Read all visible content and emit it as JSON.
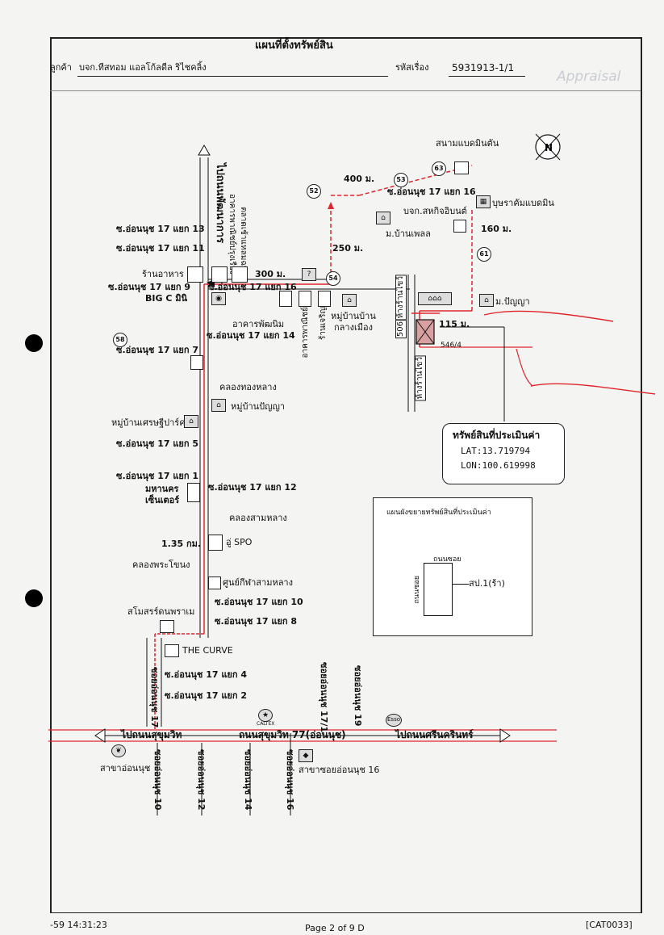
{
  "header": {
    "title": "แผนที่ตั้งทรัพย์สิน",
    "customer_label": "ลูกค้า",
    "customer_name": "บจก.ทีสทอม แอลโก้ลดีล ริไชคลิ้ง",
    "ref_label": "รหัสเรื่อง",
    "ref_number": "5931913-1/1",
    "watermark": "Appraisal"
  },
  "map": {
    "roads_h": {
      "main_road": "ถนนสุขุมวิท 77(อ่อนนุช)",
      "to_left": "ไปถนนสุขุมวิท",
      "to_right": "ไปถนนศรีนครินทร์"
    },
    "roads_v": {
      "left_main": "ไปถนนพัฒนาการ",
      "soi10": "ซอยอ่อนนุช 10",
      "soi12": "ซอยอ่อนนุช 12",
      "soi14": "ซอยอ่อนนุช 14",
      "soi16": "ซอยอ่อนนุช 16",
      "soi17_1": "ซอยอ่อนนุช 17/1",
      "soi19": "ซอยอ่อนนุช 19",
      "soi17": "ซอยอ่อนนุช 17",
      "atsadang1": "อาคารพาณิชย์ปรุงเรือง",
      "atsadang2": "ตลาดเช้าแหลมฉบัง",
      "haa_top": "ห้างร้านไขว้",
      "haa_bottom": "ห้างร้านไขว้",
      "num506": "506",
      "apartment": "อาคารพาณิชย์",
      "shop": "ร้านเจริญ"
    },
    "labels": {
      "soi17_13": "ซ.อ่อนนุช 17 แยก 13",
      "soi17_11": "ซ.อ่อนนุช 17 แยก 11",
      "restaurant": "ร้านอาหาร",
      "soi17_9": "ซ.อ่อนนุช 17 แยก 9",
      "bigc": "BIG C มินิ",
      "soi17_16": "ซ.อ่อนนุช 17 แยก 16",
      "building14": "อาคารพัฒนิม",
      "soi17_14": "ซ.อ่อนนุช 17 แยก 14",
      "soi17_7": "ซ.อ่อนนุช 17 แยก 7",
      "canal1": "คลองทองหลาง",
      "village1": "หมู่บ้านปัญญา",
      "village2": "หมู่บ้านเศรษฐีปาร์ค",
      "soi17_5": "ซ.อ่อนนุช 17 แยก 5",
      "soi17_1": "ซ.อ่อนนุช 17 แยก 1",
      "mahanakorn": "มหานคร",
      "center": "เซ็นเตอร์",
      "soi17_12": "ซ.อ่อนนุช 17 แยก 12",
      "canal2": "คลองสามหลาง",
      "dist_135": "1.35 กม.",
      "spo": "อู่ SPO",
      "canal3": "คลองพระโขนง",
      "sports_center": "ศูนย์กีฬาสามหลาง",
      "soi17_10": "ซ.อ่อนนุช 17 แยก 10",
      "golf": "สโมสรร์ดนพราเม",
      "soi17_8": "ซ.อ่อนนุช 17 แยก 8",
      "curve": "THE CURVE",
      "soi17_4": "ซ.อ่อนนุช 17 แยก 4",
      "soi17_2": "ซ.อ่อนนุช 17 แยก 2",
      "dist_300": "300 ม.",
      "dist_250": "250 ม.",
      "dist_400": "400 ม.",
      "dist_160": "160 ม.",
      "dist_115": "115 ม.",
      "soi17_16b": "ซ.อ่อนนุช 17 แยก 16",
      "market": "สนามแบดมินตัน",
      "company": "บจก.สหกิจอิบนต์",
      "village_top": "ม.บ้านเพลล",
      "school": "บุษราคัมแบดมิน",
      "m_panya": "ม.ปัญญา",
      "village_lower": "หมู่บ้านบ้าน",
      "village_lower2": "กลางเมือง",
      "plot_num": "546/4",
      "branch1": "สาขาอ่อนนุช",
      "branch2": "สาขาซอยอ่อนนุช 16",
      "caltex": "CALTEX",
      "esso": "Esso"
    },
    "badges": [
      "58",
      "54",
      "52",
      "53",
      "61",
      "63"
    ],
    "property": {
      "title": "ทรัพย์สินที่ประเมินค่า",
      "lat": "LAT:13.719794",
      "lon": "LON:100.619998"
    },
    "inset": {
      "title": "แผนผังขยายทรัพย์สินที่ประเมินค่า",
      "road_top": "ถนนซอย",
      "road_left": "ถนนซอย",
      "lot": "สป.1(ร้า)"
    }
  },
  "footer": {
    "timestamp": "-59 14:31:23",
    "page": "Page 2 of 9 D",
    "code": "[CAT0033]"
  },
  "colors": {
    "route_red": "#e0262e",
    "ink": "#111111",
    "paper": "#f4f4f2"
  }
}
